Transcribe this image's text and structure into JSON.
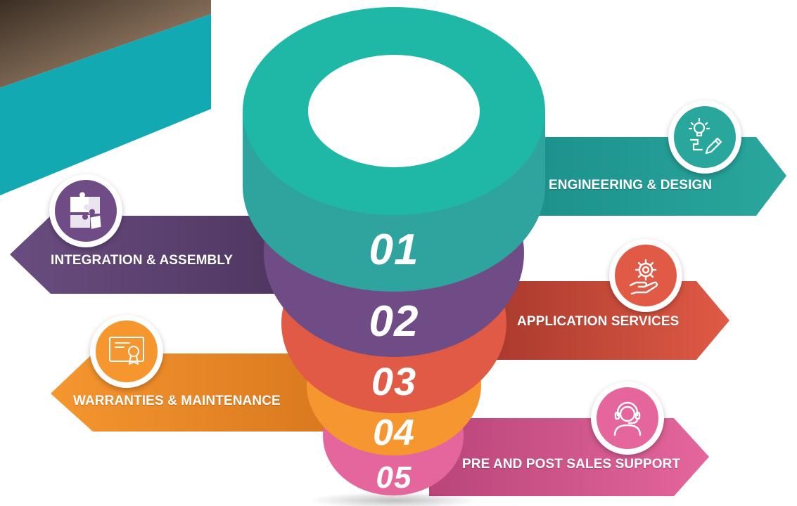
{
  "diagram": {
    "colors": {
      "step1": "#1fb8a6",
      "step2": "#6f4c86",
      "step3": "#e05a45",
      "step4": "#f5962f",
      "step5": "#e4669c",
      "photo_panel": "#12a9b3"
    },
    "steps": [
      {
        "number": "01",
        "label": "ENGINEERING & DESIGN",
        "icon": "lightbulb-pencil-icon"
      },
      {
        "number": "02",
        "label": "INTEGRATION & ASSEMBLY",
        "icon": "puzzle-icon"
      },
      {
        "number": "03",
        "label": "APPLICATION SERVICES",
        "icon": "gear-hand-icon"
      },
      {
        "number": "04",
        "label": "WARRANTIES & MAINTENANCE",
        "icon": "certificate-icon"
      },
      {
        "number": "05",
        "label": "PRE AND POST SALES SUPPORT",
        "icon": "headset-support-icon"
      }
    ]
  }
}
